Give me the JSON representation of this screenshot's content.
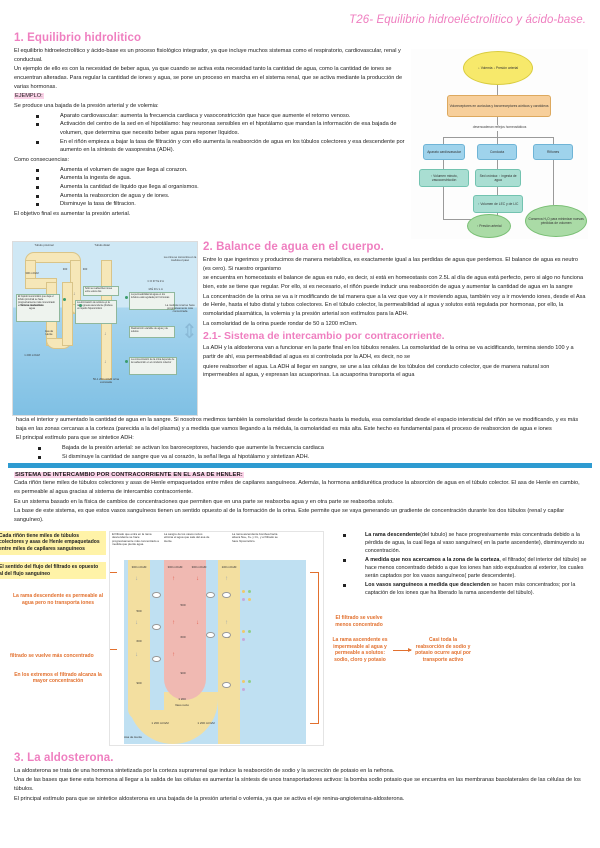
{
  "document": {
    "title": "T26- Equilibrio hidroeléctrolitico y ácido-base."
  },
  "section1": {
    "heading": "1. Equilibrio hidrolitico",
    "p1": "El equilibrio hidroelectrolítico y ácido-base es un proceso fisiológico integrador, ya que incluye muchos sistemas como el respiratorio, cardiovascular, renal y conductual.",
    "p2": "Un ejemplo de ello es con la necesidad de beber agua, ya que cuando se activa esta necesidad tanto la cantidad de agua, como la cantidad de iones se encuentran alteradas. Para regular la cantidad de iones y agua, se pone un proceso en marcha en el sistema renal, que se activa mediante la producción de varias hormonas.",
    "ejemplo_label": "EJEMPLO:",
    "p3": "Se produce una bajada de la presión arterial y de volemia:",
    "bullets1": [
      "Aparato cardiovascular: aumenta la frecuencia cardiaca y vasoconstricción que hace que aumente el retorno venoso.",
      "Activación del centro de la sed en el hipotálamo: hay neuronas sensibles en el hipotálamo que mandan la información de esa bajada de volumen, que determina que necesito beber agua para reponer líquidos.",
      "En el riñón empieza a bajar la tasa de filtración y con ello aumenta la reabsorción de agua en los túbulos colectores y esa descendente por aumento en la síntesis de vasopresina (ADH)."
    ],
    "consec_label": "Como consecuencias:",
    "bullets2": [
      "Aumenta el volumen de sagre que llega al corazon.",
      "Aumenta la ingesta de agua.",
      "Aumenta la cantidad de liquido que llega al organismos.",
      "Aumenta la reabsorcion de agua y de iones.",
      "Disminuye la tasa de filtracion."
    ],
    "p4": "El objetivo final es aumentar la presión arterial.",
    "flowchart": {
      "n1": "↓ Volemia\n↓ Presión arterial",
      "n2": "Voloreceptores en aurículas y barorreceptores aórticos y carotídeos",
      "n3_label": "desencadenan reflejos homeostáticos",
      "n4": "Aparato cardiovascular",
      "n5": "Conducta",
      "n6": "Riñones",
      "n7": "↑ Volumen minuto, vasoconstricción",
      "n8": "Sed crónica:\n↑ ingesta de agua",
      "n9": "↑ Volumen de LEC y de LIC",
      "n10": "↑ Presión arterial",
      "n11": "Conserva H₂O para minimizar nuevas pérdidas de volumen"
    }
  },
  "section2": {
    "heading": "2. Balance de agua en el cuerpo.",
    "p1": "Entre lo que ingerimos y producimos de manera metabólica, es exactamente igual a las perdidas de agua que perdemos. El balance de agua es neutro (es cero). Si nuestro organismo",
    "p2": "se encuentra en homeostasis el balance de agua es nulo, es decir, si está en homeostasis con 2.5L al día de agua está perfecto, pero si algo no funciona bien, este se tiene que regular. Por ello, si es necesario, el riñón puede inducir una reabsorción de agua y aumentar la cantidad de agua en la sangre",
    "p3": "La concentración de la orina se va a ir modificando de tal manera que a la vez que voy a ir moviendo agua, también voy a ir moviendo iones, desde el Asa de Henle, hasta el tubo distal y tubos colectores. En el túbulo colector, la permeabilidad al agua y solutos está regulada por hormonas, por ello, la osmolaridad plasmática, la volemia y la presión arterial son estímulos para la ADH.",
    "p4": "La osmolaridad de la orina puede rondar de 50 a 1200 mOsm.",
    "subheading": "2.1- Sistema de intercambio por contracorriente.",
    "p5": "La ADH y la aldosterona van a funcionar en la parte final en los túbulos renales. La osmolaridad de la orina se va acidificando, termina siendo 100 y a partir de ahí, esa permeabilidad al agua es si controlada por la ADH, es decir, no se",
    "p6": "quiere reabsorber el agua. La ADH al llegar en sangre, se une a las células de los túbulos del conducto colector, que de manera natural son impermeables al agua, y expresan las acuaporinas. La acuaporina transporta el agua",
    "p7": "hacia el interior y aumentado la cantidad de agua en la sangre. Si nosotros medimos también la osmolaridad desde la corteza hasta la medula, esa osmolaridad desde el espacio intersticial del riñón se ve modificando, y es más baja en las zonas cercanas a la corteza (parecida a la del plasma) y a medida que vamos llegando a la médula, la osmolaridad es más alta. Este hecho es fundamental para el proceso de reabsorcion de agua e iones",
    "p8": "El principal estímulo para que se sintetice ADH:",
    "bullets": [
      "Bajada de la presión arterial: se activan los baroreceptores, haciendo que aumente la frecuencia cardiaca",
      "Si disminuye la cantidad de sangre que va al corazón, la señal llega al hipotálamo y sintetizan ADH."
    ],
    "nephron_figure": {
      "label_prox": "Tubulo proximal",
      "label_dist": "Tubulo distal",
      "label_cortex": "CORTEZA",
      "label_medulla": "MÉDULA",
      "v300a": "300",
      "v300b": "300",
      "v100": "100",
      "v_osm_left": "300 mOsM",
      "v_osm_bottom": "1 200 mOsM",
      "callout1": "El líquido isoosmótico que deja el túbulo proximal se hace progresivamente más concentrado en la rama descendente",
      "callout2": "La eliminación de solutos en la rama gruesa ascendente produce un líquido hipoosmótico",
      "callout3": "Sólo se reabsorben iones entre estos dos",
      "callout4": "La permeabilidad al agua en los tubulos está regulada por hormonas",
      "callout5": "Reabsorción variable de agua y de solutos",
      "callout6": "La concentración de la orina depende de la reabsorción en el conducto colector",
      "label_bottom": "50-1 200 mOsM orina excretada",
      "label_left2": "Sólo se reabsorben agua",
      "label_asa": "Asa de Henle",
      "label_right1": "La orina se concentra en la medula el paso",
      "label_right2": "La médula renal se hace progresivamente más concentrada"
    }
  },
  "system_block": {
    "title": "SISTEMA DE INTERCAMBIO POR CONTRACORRIENTE EN EL ASA DE HENLER:",
    "p1": "Cada riñón tiene miles de túbulos colectores y asas de Henle empaquetados entre miles de capilares sanguíneos. Además, la hormona antidiurética produce la absorción de agua en el túbulo colector. El asa de Henle en cambio, es permeable al agua gracias al sistema de intercambio contracorriente.",
    "p2": "Es un sistema basado en la física de cambios de concentraciones que permiten que en una parte se reabsorba agua y en otra parte se reabsorba soluto.",
    "p3": "La base de este sistema, es que estos vasos sanguíneos tienen un sentido opuesto al de la formación de la orina. Este permite que se vaya generando un gradiente de concentración durante los dos túbulos (renal y capilar sanguíneo)."
  },
  "henle_figure": {
    "left_notes": [
      "Cada riñón tiene miles de túbulos colectores y asas de Henle empaquetados entre miles de capilares sanguíneos",
      "El sentido del flujo del filtrado es opuesto al del flujo sanguíneo"
    ],
    "left_orange": [
      "La rama descendente es permeable al agua pero no transporta iones",
      "filtrado se vuelve más concentrado",
      "En los extremos el filtrado alcanza la mayor concentración"
    ],
    "right_orange": [
      "El filtrado se vuelve menos concentrado",
      "La rama ascendente es impermeable al agua y permeable a solutos: sodio, cloro y potasio",
      "Casi toda la reabsorción de sodio y potasio ocurre aquí por transporte activo"
    ],
    "captions": [
      "El filtrado que entra en la rama descendente se hace progresivamente más concentrado a medida que pierde agua.",
      "La sangre de los vasos rectos elimina el agua que sale del asa de Henle.",
      "La rama ascendente bombea hacia afuera Na+, K+ y Cl-, y el filtrado se hace hiposmótico."
    ],
    "osm_values_top": [
      "300 mOsM",
      "300 mOsM",
      "300 mOsM",
      "100 mOsM"
    ],
    "osm_values": [
      "500",
      "600",
      "900",
      "1 200"
    ],
    "label_vaso": "Vaso recto",
    "label_asa": "Asa de Henle",
    "label_bottom_left": "1 200 mOsM",
    "label_bottom_right": "1 200 mOsM"
  },
  "right_column": {
    "bullets": [
      {
        "b": "La rama descendente",
        "t": "(del tubulo) se hace progresivamente más concentrada debido a la pérdida de agua, la cual llega al vaso sanguíneo( en la parte ascendente), disminuyendo su concentración."
      },
      {
        "b": "A medida que nos acercamos a la zona de la corteza",
        "t": ", el filtrado( del interior del túbulo) se hace menos concentrado debido a que los iones han sido expulsados al exterior, los cuales serán captados por los vasos sanguíneos( parte descendente)."
      },
      {
        "b": "Los vasos sanguíneos a medida que descienden",
        "t": " se hacen más concentrados; por la captación de los iones que ha liberado la rama ascendente del túbulo)."
      }
    ]
  },
  "section3": {
    "heading": "3. La aldosterona.",
    "p1": "La aldosterona se trata de una hormona sintetizada por la corteza suprarrenal que induce la reabsorción de sodio y la secreción de potasio en la nefrona.",
    "p2": "Una de las bases que tiene esta hormona al llegar a la salida de las células es aumentar la síntesis de unos transportadores activos: la bomba sodio potasio que se encuentra en las membranas basolaterales de las células de los túbulos.",
    "p3": "El principal estímulo para que se sintetice aldosterona es una bajada de la presión arterial o volemia, ya que se activa el eje renina-angiotensina-aldosterona."
  }
}
